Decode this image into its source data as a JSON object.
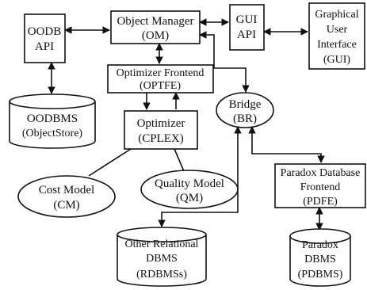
{
  "nodes": {
    "oodb_api": [
      "OODB",
      "API"
    ],
    "object_manager": [
      "Object Manager",
      "(OM)"
    ],
    "gui_api": [
      "GUI",
      "API"
    ],
    "gui": [
      "Graphical",
      "User",
      "Interface",
      "(GUI)"
    ],
    "optimizer_frontend": [
      "Optimizer Frontend",
      "(OPTFE)"
    ],
    "optimizer": [
      "Optimizer",
      "(CPLEX)"
    ],
    "bridge": [
      "Bridge",
      "(BR)"
    ],
    "oodbms": [
      "OODBMS",
      "(ObjectStore)"
    ],
    "cost_model": [
      "Cost Model",
      "(CM)"
    ],
    "quality_model": [
      "Quality Model",
      "(QM)"
    ],
    "paradox_frontend": [
      "Paradox Database",
      "Frontend",
      "(PDFE)"
    ],
    "other_rdbms": [
      "Other Relational",
      "DBMS",
      "(RDBMSs)"
    ],
    "paradox_dbms": [
      "Paradox",
      "DBMS",
      "(PDBMS)"
    ]
  }
}
